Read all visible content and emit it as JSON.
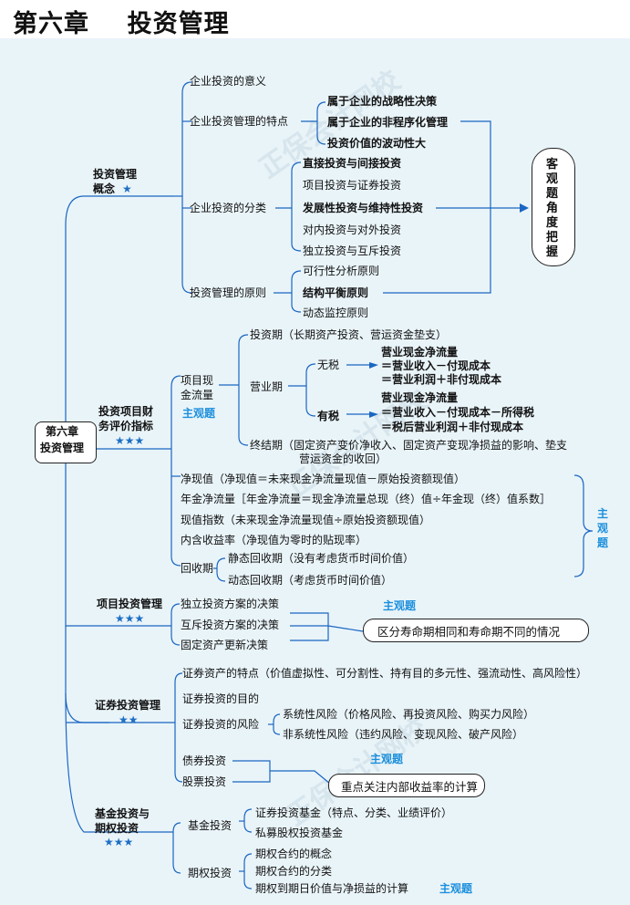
{
  "title": "第六章    投资管理",
  "center": [
    "第六章",
    "投资管理"
  ],
  "branch1": {
    "label": [
      "投资管理",
      "概念"
    ],
    "stars": "★",
    "items": [
      "企业投资的意义",
      "企业投资管理的特点",
      "企业投资的分类",
      "投资管理的原则"
    ],
    "features": [
      "属于企业的战略性决策",
      "属于企业的非程序化管理",
      "投资价值的波动性大"
    ],
    "categories": [
      "直接投资与间接投资",
      "项目投资与证券投资",
      "发展性投资与维持性投资",
      "对内投资与对外投资",
      "独立投资与互斥投资"
    ],
    "principles": [
      "可行性分析原则",
      "结构平衡原则",
      "动态监控原则"
    ],
    "side_box": [
      "客",
      "观",
      "题",
      "角",
      "度",
      "把",
      "握"
    ]
  },
  "branch2": {
    "label": [
      "投资项目财",
      "务评价指标"
    ],
    "stars": "★★★",
    "cashflow": [
      "项目现",
      "金流量"
    ],
    "cashflow_tag": "主观题",
    "invest_period": "投资期（长期资产投资、营运资金垫支）",
    "operate_period": "营业期",
    "no_tax": "无税",
    "no_tax_lines": [
      "营业现金净流量",
      "＝营业收入－付现成本",
      "＝营业利润＋非付现成本"
    ],
    "with_tax": "有税",
    "with_tax_lines": [
      "营业现金净流量",
      "＝营业收入－付现成本－所得税",
      "＝税后营业利润＋非付现成本"
    ],
    "end_period": "终结期（固定资产变价净收入、固定资产变现净损益的影响、垫支",
    "end_period_2": "营运资金的收回）",
    "indicators": [
      "净现值（净现值＝未来现金净流量现值－原始投资额现值）",
      "年金净流量［年金净流量＝现金净流量总现（终）值÷年金现（终）值系数］",
      "现值指数（未来现金净流量现值÷原始投资额现值）",
      "内含收益率（净现值为零时的贴现率）"
    ],
    "payback": "回收期",
    "payback_items": [
      "静态回收期（没有考虑货币时间价值）",
      "动态回收期（考虑货币时间价值）"
    ],
    "indicators_tag": [
      "主",
      "观",
      "题"
    ]
  },
  "branch3": {
    "label": "项目投资管理",
    "stars": "★★★",
    "items": [
      "独立投资方案的决策",
      "互斥投资方案的决策",
      "固定资产更新决策"
    ],
    "tag": "主观题",
    "note": "区分寿命期相同和寿命期不同的情况"
  },
  "branch4": {
    "label": "证券投资管理",
    "stars": "★★",
    "items": [
      "证券资产的特点（价值虚拟性、可分割性、持有目的多元性、强流动性、高风险性）",
      "证券投资的目的",
      "证券投资的风险",
      "债券投资",
      "股票投资"
    ],
    "risks": [
      "系统性风险（价格风险、再投资风险、购买力风险）",
      "非系统性风险（违约风险、变现风险、破产风险）"
    ],
    "tag": "主观题",
    "note": "重点关注内部收益率的计算"
  },
  "branch5": {
    "label": [
      "基金投资与",
      "期权投资"
    ],
    "stars": "★★★",
    "fund": "基金投资",
    "fund_items": [
      "证券投资基金（特点、分类、业绩评价）",
      "私募股权投资基金"
    ],
    "option": "期权投资",
    "option_items": [
      "期权合约的概念",
      "期权合约的分类",
      "期权到期日价值与净损益的计算"
    ],
    "tag": "主观题"
  },
  "colors": {
    "panel": "#e9f4f9",
    "line": "#1a66c2",
    "tag": "#1c8fdc"
  }
}
